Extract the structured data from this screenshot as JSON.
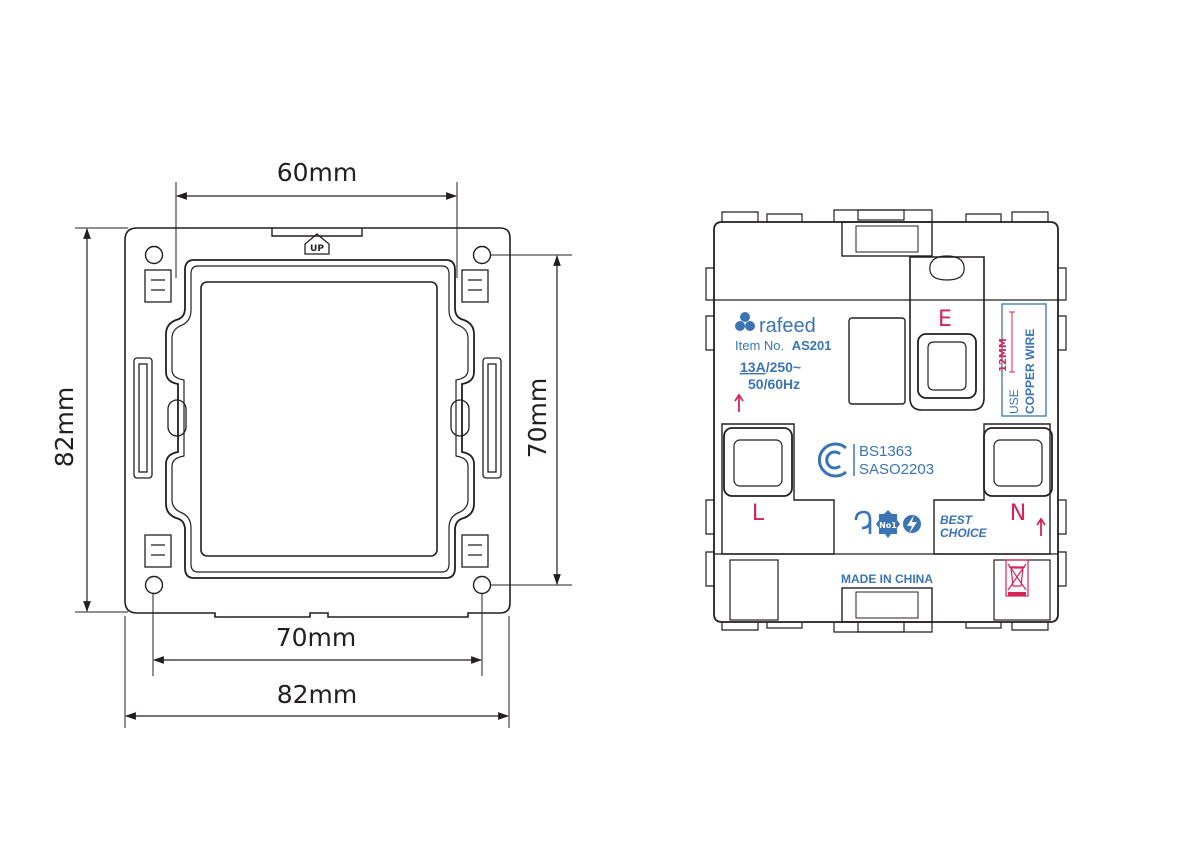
{
  "colors": {
    "line": "#231f20",
    "brand_blue": "#3a74b4",
    "accent_red": "#d6245a"
  },
  "left_view": {
    "dim_top": "60mm",
    "dim_left": "82mm",
    "dim_right": "70mm",
    "dim_bottom_inner": "70mm",
    "dim_bottom_outer": "82mm",
    "up_badge": "UP"
  },
  "right_view": {
    "brand": "rafeed",
    "item_prefix": "Item No.",
    "item_no": "AS201",
    "rating_amp": "13A",
    "rating_volt": "/250~",
    "rating_freq": "50/60Hz",
    "terminal_e": "E",
    "terminal_l": "L",
    "terminal_n": "N",
    "standard_1": "BS1363",
    "standard_2": "SASO2203",
    "best_1": "BEST",
    "best_2": "CHOICE",
    "no1": "No1",
    "made_in": "MADE IN CHINA",
    "wire_use": "USE",
    "wire_copper": "COPPER WIRE",
    "wire_len": "12MM"
  }
}
